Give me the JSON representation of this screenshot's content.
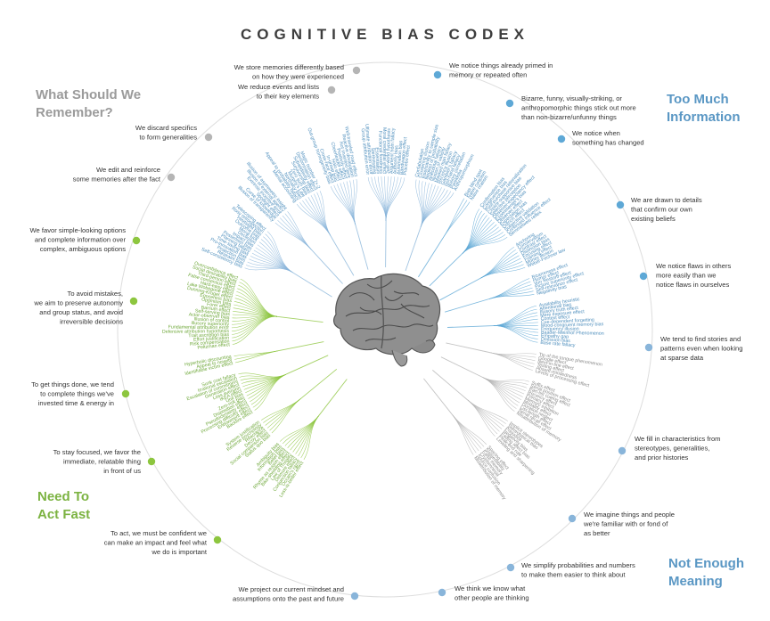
{
  "title": "COGNITIVE BIAS CODEX",
  "quadrants": {
    "remember": {
      "line1": "What Should We",
      "line2": "Remember?"
    },
    "info": {
      "line1": "Too Much",
      "line2": "Information"
    },
    "act": {
      "line1": "Need To",
      "line2": "Act Fast"
    },
    "meaning": {
      "line1": "Not Enough",
      "line2": "Meaning"
    }
  },
  "colors": {
    "remember": "#b5b5b5",
    "info": "#5ea8d6",
    "meaning": "#89b5da",
    "act": "#8dc63f",
    "circle": "#dddddd",
    "brain": "#7a7a7a"
  },
  "categories": [
    {
      "lines": [
        "We store memories differently based",
        "on how they were experienced"
      ],
      "group": "remember"
    },
    {
      "lines": [
        "We reduce events and lists",
        "to their key elements"
      ],
      "group": "remember"
    },
    {
      "lines": [
        "We discard specifics",
        "to form generalities"
      ],
      "group": "remember"
    },
    {
      "lines": [
        "We edit and reinforce",
        "some memories after the fact"
      ],
      "group": "remember"
    },
    {
      "lines": [
        "We notice things already primed in",
        "memory or repeated often"
      ],
      "group": "info"
    },
    {
      "lines": [
        "Bizarre, funny, visually-striking, or",
        "anthropomorphic things stick out more",
        "than non-bizarre/unfunny things"
      ],
      "group": "info"
    },
    {
      "lines": [
        "We notice when",
        "something has changed"
      ],
      "group": "info"
    },
    {
      "lines": [
        "We are drawn to details",
        "that confirm our own",
        "existing beliefs"
      ],
      "group": "info"
    },
    {
      "lines": [
        "We notice flaws in others",
        "more easily than we",
        "notice flaws in ourselves"
      ],
      "group": "info"
    },
    {
      "lines": [
        "We tend to find stories and",
        "patterns even when looking",
        "at sparse data"
      ],
      "group": "meaning"
    },
    {
      "lines": [
        "We fill in characteristics from",
        "stereotypes, generalities,",
        "and prior histories"
      ],
      "group": "meaning"
    },
    {
      "lines": [
        "We imagine things and people",
        "we're familiar with or fond of",
        "as better"
      ],
      "group": "meaning"
    },
    {
      "lines": [
        "We simplify probabilities and numbers",
        "to make them easier to think about"
      ],
      "group": "meaning"
    },
    {
      "lines": [
        "We think we know what",
        "other people are thinking"
      ],
      "group": "meaning"
    },
    {
      "lines": [
        "We project our current mindset and",
        "assumptions onto the past and future"
      ],
      "group": "meaning"
    },
    {
      "lines": [
        "To act, we must be confident we",
        "can make an impact and feel what",
        "we do is important"
      ],
      "group": "act"
    },
    {
      "lines": [
        "To stay focused, we favor the",
        "immediate, relatable thing",
        "in front of us"
      ],
      "group": "act"
    },
    {
      "lines": [
        "To get things done, we tend",
        "to complete things we've",
        "invested time & energy in"
      ],
      "group": "act"
    },
    {
      "lines": [
        "To avoid mistakes,",
        "we aim to preserve autonomy",
        "and group status, and avoid",
        "irreversible decisions"
      ],
      "group": "act"
    },
    {
      "lines": [
        "We favor simple-looking options",
        "and complete information over",
        "complex, ambiguous options"
      ],
      "group": "act"
    }
  ],
  "bias_groups": [
    {
      "group": "act",
      "items": [
        "Less-is-better effect",
        "Occam's razor",
        "Conjunction fallacy",
        "Delmore effect",
        "Law of Triviality",
        "Bike-shedding effect",
        "Rhyme as reason effect",
        "Belief bias",
        "Information bias",
        "Ambiguity bias"
      ]
    },
    {
      "group": "act",
      "items": [
        "Status quo bias",
        "Social comparison bias",
        "Decoy effect",
        "Reactance",
        "Reverse psychology",
        "System justification"
      ]
    },
    {
      "group": "act",
      "items": [
        "Backfire effect",
        "Endowment effect",
        "Processing difficulty effect",
        "Pseudocertainty effect",
        "Disposition effect",
        "Zero-risk bias",
        "Unit bias",
        "IKEA effect",
        "Loss aversion",
        "Generation effect",
        "Escalation of commitment",
        "Irrational escalation",
        "Sunk cost fallacy"
      ]
    },
    {
      "group": "act",
      "items": [
        "Identifiable victim effect",
        "Appeal to novelty",
        "Hyperbolic discounting"
      ]
    },
    {
      "group": "act",
      "items": [
        "Peltzman effect",
        "Risk compensation",
        "Effort justification",
        "Trait ascription bias",
        "Defensive attribution hypothesis",
        "Fundamental attribution error",
        "Illusory superiority",
        "Illusion of control",
        "Actor-observer bias",
        "Self-serving bias",
        "Barnum effect",
        "Forer effect",
        "Optimism bias",
        "Egocentric bias",
        "Dunning-Kruger effect",
        "Lake Wobegone effect",
        "Hard-easy effect",
        "False consensus effect",
        "Third-person effect",
        "Social desirability bias",
        "Overconfidence effect"
      ]
    },
    {
      "group": "meaning",
      "items": [
        "Self-consistency bias",
        "Restraint bias",
        "Projection bias",
        "Pro-innovation bias",
        "Time-saving bias",
        "Planning fallacy",
        "Pessimism bias",
        "Impact bias",
        "Declinism",
        "Moral luck",
        "Outcome bias",
        "Hindsight bias",
        "Rosy retrospection",
        "Telescoping effect"
      ]
    },
    {
      "group": "meaning",
      "items": [
        "Illusion of transparency",
        "Curse of knowledge",
        "Spotlight effect",
        "Extrinsic incentive error",
        "Illusion of external agency",
        "Illusion of asymmetric insight"
      ]
    },
    {
      "group": "meaning",
      "items": [
        "Mental accounting",
        "Appeal to probability fallacy",
        "Normalcy bias",
        "Murphy's Law",
        "Zero sum bias",
        "Survivorship bias",
        "Subadditivity effect",
        "Denomination effect",
        "Magic number 7+-2"
      ]
    },
    {
      "group": "meaning",
      "items": [
        "Out-group homogeneity bias",
        "Cross-race effect",
        "In-group bias",
        "Halo effect",
        "Cheerleader effect",
        "Positivity effect",
        "Not invented here",
        "Reactive devaluation",
        "Well-traveled road effect"
      ]
    },
    {
      "group": "meaning",
      "items": [
        "Group attribution error",
        "Ultimate attribution error",
        "Stereotyping",
        "Essentialism",
        "Functional fixedness",
        "Moral credential effect",
        "Just-world hypothesis",
        "Argument from fallacy",
        "Authority bias",
        "Automation bias",
        "Bandwagon effect",
        "Placebo effect"
      ]
    },
    {
      "group": "meaning",
      "items": [
        "Confabulation",
        "Clustering illusion",
        "Insensitivity to sample size",
        "Neglect of probability",
        "Anecdotal fallacy",
        "Illusion of validity",
        "Masked man fallacy",
        "Recency illusion",
        "Gambler's fallacy",
        "Hot-hand fallacy",
        "Illusory correlation",
        "Pareidolia",
        "Anthropomorphism"
      ]
    },
    {
      "group": "info",
      "items": [
        "Bias blind spot",
        "Naive cynicism",
        "Naive realism"
      ]
    },
    {
      "group": "info",
      "items": [
        "Confirmation bias",
        "Congruence bias",
        "Post-purchase rationalization",
        "Choice-supportive bias",
        "Selective perception",
        "Observer-expectancy effect",
        "Experimenter's bias",
        "Observer effect",
        "Expectation bias",
        "Ostrich effect",
        "Subjective validation",
        "Continued influence effect",
        "Semmelweis reflex"
      ]
    },
    {
      "group": "info",
      "items": [
        "Anchoring",
        "Conservatism",
        "Contrast effect",
        "Distinction bias",
        "Focusing effect",
        "Framing effect",
        "Money illusion",
        "Weber-Fechner law"
      ]
    },
    {
      "group": "info",
      "items": [
        "Bizarreness effect",
        "Humor effect",
        "Von Restorff effect",
        "Picture superiority effect",
        "Self-relevance effect",
        "Negativity bias"
      ]
    },
    {
      "group": "info",
      "items": [
        "Availability heuristic",
        "Attentional bias",
        "Illusory truth effect",
        "Mere exposure effect",
        "Context effect",
        "Cue-dependent forgetting",
        "Mood-congruent memory bias",
        "Frequency illusion",
        "Baader-Meinhof Phenomenon",
        "Empathy gap",
        "Omission bias",
        "Base rate fallacy"
      ]
    },
    {
      "group": "remember",
      "items": [
        "Tip of the tongue phenomenon",
        "Google effect",
        "Next-in-line effect",
        "Testing effect",
        "Absent-mindedness",
        "Levels of processing effect"
      ]
    },
    {
      "group": "remember",
      "items": [
        "Suffix effect",
        "Serial position effect",
        "Part-list cueing effect",
        "Recency effect",
        "Primacy effect",
        "Memory inhibition",
        "Modality effect",
        "Duration neglect",
        "List-length effect",
        "Serial recall effect",
        "Misattribution of memory"
      ]
    },
    {
      "group": "remember",
      "items": [
        "Implicit stereotypes",
        "Stereotypical bias",
        "Prejudice",
        "Negativity bias",
        "Fading affect bias",
        "Peak-end rule",
        "Leveling and sharpening"
      ]
    },
    {
      "group": "remember",
      "items": [
        "Spacing effect",
        "Suggestibility",
        "False memory",
        "Cryptomnesia",
        "Source confusion",
        "Misattribution of memory"
      ]
    }
  ]
}
